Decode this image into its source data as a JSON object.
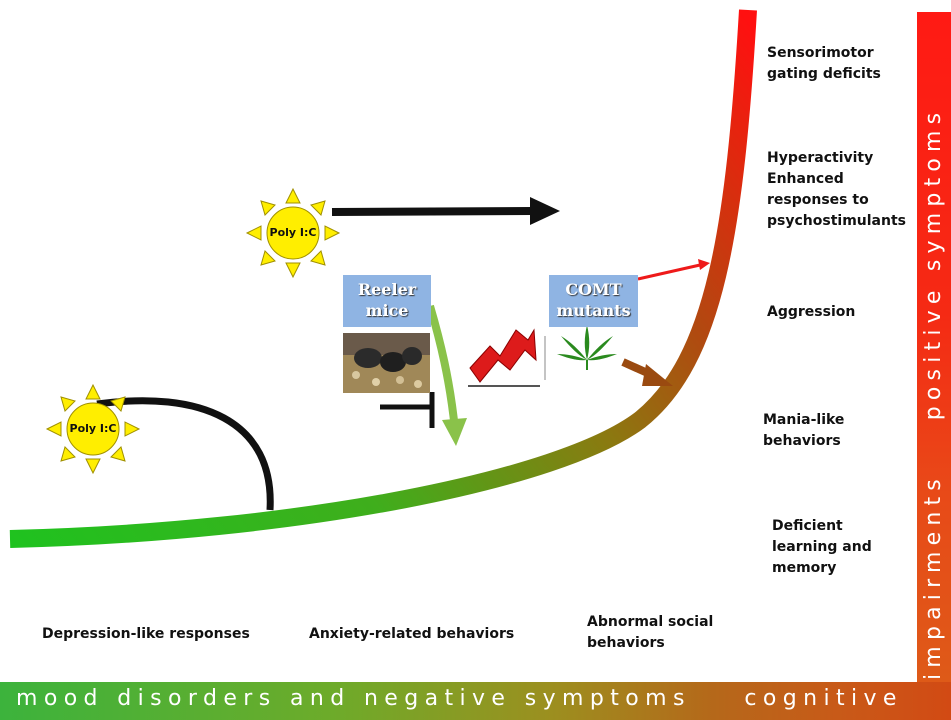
{
  "suns": [
    {
      "label": "Poly I:C"
    },
    {
      "label": "Poly I:C"
    }
  ],
  "boxes": {
    "reeler": {
      "line1": "Reeler",
      "line2": "mice"
    },
    "comt": {
      "line1": "COMT",
      "line2": "mutants"
    }
  },
  "right_labels": {
    "sensorimotor": {
      "line1": "Sensorimotor",
      "line2": "gating deficits"
    },
    "hyperactivity": {
      "line1": "Hyperactivity",
      "line2": "Enhanced",
      "line3": "responses to",
      "line4": "psychostimulants"
    },
    "aggression": "Aggression",
    "mania": {
      "line1": "Mania-like",
      "line2": "behaviors"
    },
    "learning": {
      "line1": "Deficient",
      "line2": "learning and",
      "line3": "memory"
    }
  },
  "bottom_labels": {
    "depression": "Depression-like responses",
    "anxiety": "Anxiety-related behaviors",
    "social": {
      "line1": "Abnormal social",
      "line2": "behaviors"
    }
  },
  "bands": {
    "bottom": "mood disorders and negative symptoms    cognitive",
    "right": "impairments    positive symptoms"
  },
  "colors": {
    "curve_start": "#22c022",
    "curve_mid": "#8a7a10",
    "curve_end": "#ff1a10",
    "green_arrow": "#8ac24a",
    "brown_arrow": "#9a4a10",
    "red_arrow": "#ee1a1a",
    "box_blue": "#8fb4e3",
    "sun_yellow": "#ffee00"
  }
}
